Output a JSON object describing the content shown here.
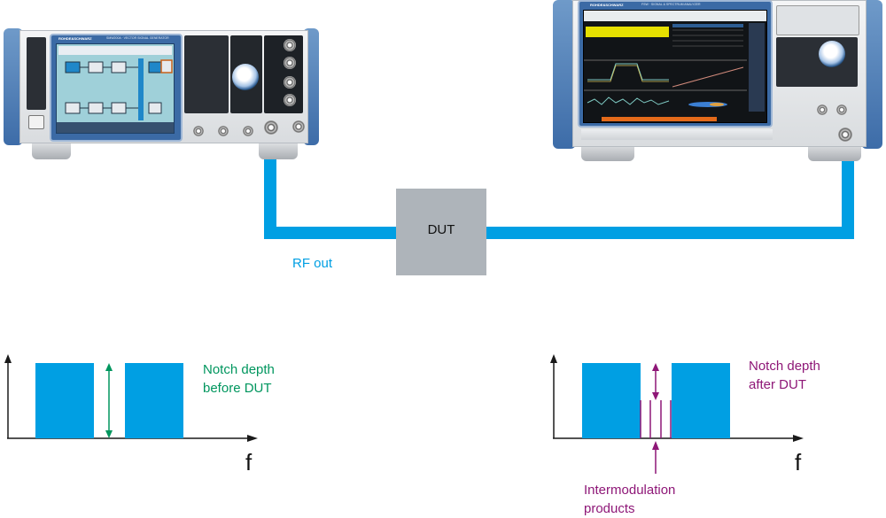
{
  "diagram": {
    "title": "Notch depth measurement setup",
    "colors": {
      "cable": "#009fe3",
      "dut_fill": "#aeb4ba",
      "spectrum_fill": "#009fe3",
      "before_annotation": "#00965e",
      "after_annotation": "#8e1777",
      "axis": "#1a1a1a"
    },
    "instruments": {
      "generator": {
        "name": "Vector signal generator",
        "brand": "ROHDE&SCHWARZ",
        "model_label": "SMW200A · VECTOR SIGNAL GENERATOR"
      },
      "analyzer": {
        "name": "Signal and spectrum analyzer",
        "brand": "ROHDE&SCHWARZ",
        "model_label": "FSW · SIGNAL & SPECTRUM ANALYZER"
      }
    },
    "dut": {
      "label": "DUT"
    },
    "rf_out_label": "RF out",
    "spectrum_before": {
      "annotation_line1": "Notch depth",
      "annotation_line2": "before DUT",
      "axis_label": "f"
    },
    "spectrum_after": {
      "annotation_line1": "Notch depth",
      "annotation_line2": "after DUT",
      "axis_label": "f",
      "imd_label_line1": "Intermodulation",
      "imd_label_line2": "products"
    }
  }
}
